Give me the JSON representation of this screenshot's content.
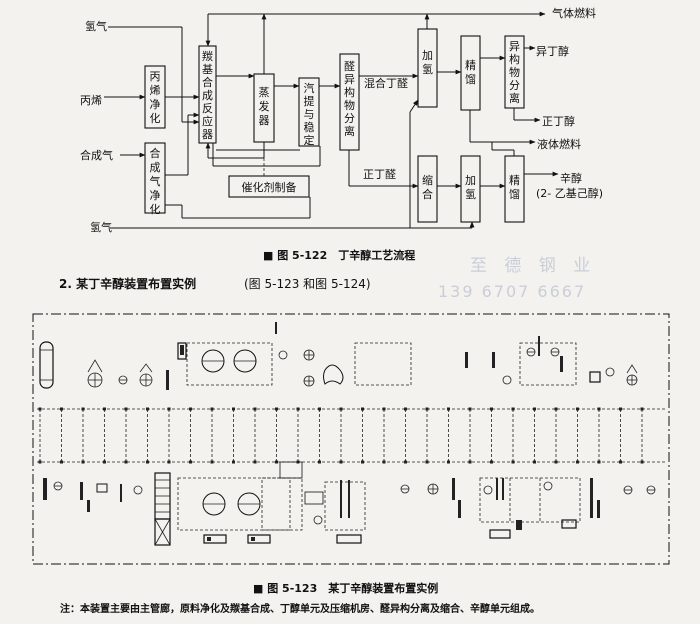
{
  "flow": {
    "inputs": {
      "hydrogen_top": "氢气",
      "propylene": "丙烯",
      "syngas": "合成气",
      "hydrogen_bottom": "氢气"
    },
    "boxes": {
      "propylene_purify": "丙烯净化",
      "syngas_purify": "合成气净化",
      "oxo_reactor": "羰基合成反应器",
      "evaporator": "蒸发器",
      "strip_stabilize": "汽提与稳定",
      "catalyst_prep": "催化剂制备",
      "aldehyde_isomer_sep": "醛异构物分离",
      "hydrogenation_1": "加氢",
      "rectification_1": "精馏",
      "isomer_sep": "异构物分离",
      "condensation": "缩合",
      "hydrogenation_2": "加氢",
      "rectification_2": "精馏"
    },
    "stream_labels": {
      "gas_fuel": "气体燃料",
      "mixed_butyraldehyde": "混合丁醛",
      "n_butyraldehyde": "正丁醛",
      "isobutanol": "异丁醇",
      "n_butanol": "正丁醇",
      "liquid_fuel": "液体燃料",
      "octanol": "辛醇",
      "octanol_alias": "(2- 乙基己醇)"
    }
  },
  "captions": {
    "fig1": "■ 图 5-122　丁辛醇工艺流程",
    "section": "2. 某丁辛醇装置布置实例",
    "section_ref": "(图 5-123 和图 5-124)",
    "fig2": "■ 图 5-123　某丁辛醇装置布置实例",
    "note": "注：本装置主要由主管廊，原料净化及羰基合成、丁醇单元及压缩机房、醛异构分离及缩合、辛醇单元组成。"
  },
  "watermark": {
    "name": "至 德 钢 业",
    "phone": "139 6707 6667"
  }
}
